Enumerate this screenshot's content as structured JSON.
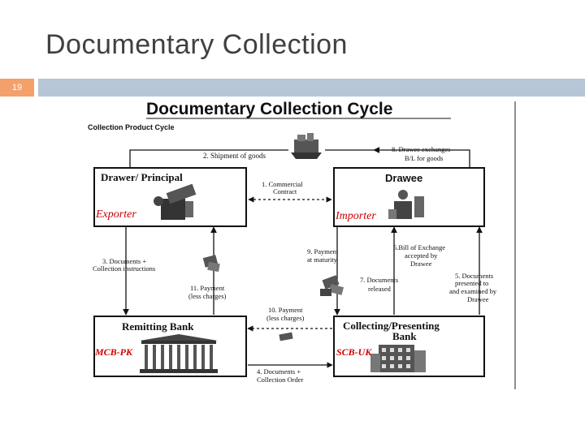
{
  "slide": {
    "title": "Documentary Collection",
    "page_number": "19"
  },
  "diagram": {
    "heading": "Documentary Collection Cycle",
    "subheading": "Collection Product Cycle",
    "boxes": {
      "drawer": {
        "title": "Drawer/ Principal",
        "role": "Exporter"
      },
      "drawee": {
        "title": "Drawee",
        "role": "Importer"
      },
      "remitting": {
        "title": "Remitting Bank",
        "role": "MCB-PK"
      },
      "collecting": {
        "title_line1": "Collecting/Presenting",
        "title_line2": "Bank",
        "role": "SCB-UK"
      }
    },
    "steps": {
      "s1_l1": "1. Commercial",
      "s1_l2": "Contract",
      "s2": "2. Shipment of goods",
      "s3_l1": "3. Documents +",
      "s3_l2": "Collection instructions",
      "s4_l1": "4. Documents +",
      "s4_l2": "Collection Order",
      "s5_l1": "5. Documents",
      "s5_l2": "presented to",
      "s5_l3": "and examined by",
      "s5_l4": "Drawee",
      "s5b_l1": "5.Bill of Exchange",
      "s5b_l2": "accepted by",
      "s5b_l3": "Drawee",
      "s7_l1": "7. Documents",
      "s7_l2": "released",
      "s8_l1": "8. Drawee exchanges",
      "s8_l2": "B/L for goods",
      "s9_l1": "9. Payment",
      "s9_l2": "at maturity",
      "s10_l1": "10. Payment",
      "s10_l2": "(less charges)",
      "s11_l1": "11. Payment",
      "s11_l2": "(less charges)"
    }
  },
  "colors": {
    "title": "#404040",
    "number_box": "#f3a06b",
    "top_bar": "#b7c6d6",
    "role_red": "#cc0000",
    "line": "#111111"
  }
}
